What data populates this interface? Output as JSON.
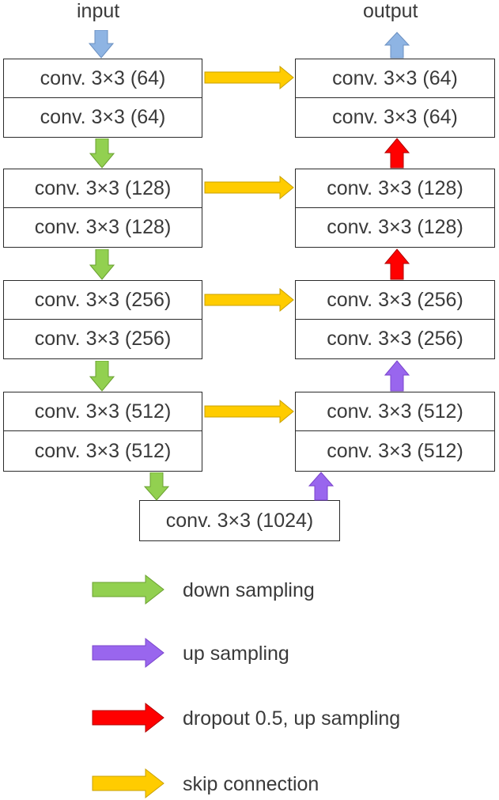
{
  "labels": {
    "input": "input",
    "output": "output"
  },
  "encoder": [
    {
      "layer1": "conv. 3×3 (64)",
      "layer2": "conv. 3×3 (64)"
    },
    {
      "layer1": "conv. 3×3 (128)",
      "layer2": "conv. 3×3 (128)"
    },
    {
      "layer1": "conv. 3×3 (256)",
      "layer2": "conv. 3×3 (256)"
    },
    {
      "layer1": "conv. 3×3 (512)",
      "layer2": "conv. 3×3 (512)"
    }
  ],
  "decoder": [
    {
      "layer1": "conv. 3×3 (64)",
      "layer2": "conv. 3×3 (64)"
    },
    {
      "layer1": "conv. 3×3 (128)",
      "layer2": "conv. 3×3 (128)"
    },
    {
      "layer1": "conv. 3×3 (256)",
      "layer2": "conv. 3×3 (256)"
    },
    {
      "layer1": "conv. 3×3 (512)",
      "layer2": "conv. 3×3 (512)"
    }
  ],
  "bottleneck": "conv. 3×3 (1024)",
  "colors": {
    "input_arrow": "#8eb4e3",
    "down_sampling": "#92d050",
    "up_sampling": "#9966ee",
    "dropout_up_sampling": "#ff0000",
    "skip_connection": "#ffcc00"
  },
  "legend": [
    {
      "type": "down_sampling",
      "label": "down sampling"
    },
    {
      "type": "up_sampling",
      "label": "up sampling"
    },
    {
      "type": "dropout_up_sampling",
      "label": "dropout 0.5, up sampling"
    },
    {
      "type": "skip_connection",
      "label": "skip connection"
    }
  ]
}
